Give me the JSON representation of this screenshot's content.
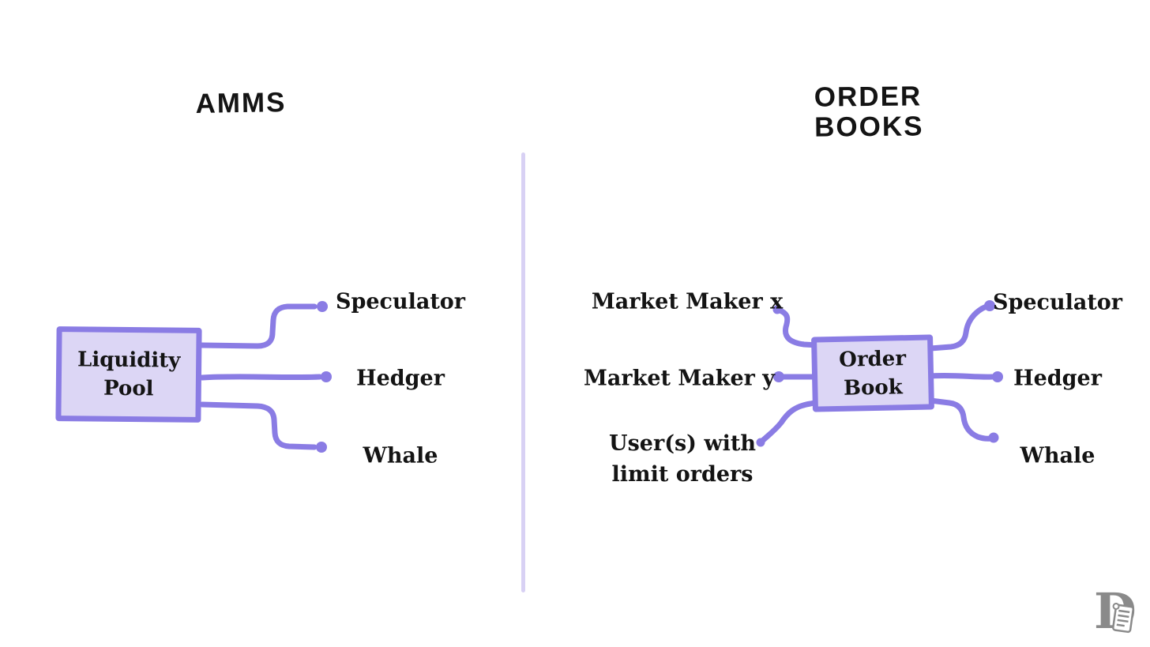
{
  "colors": {
    "purple": "#8a7ce4",
    "box_fill": "#dcd6f5",
    "divider": "#d8d1f4",
    "text": "#141414",
    "logo_gray": "#8a8a8a"
  },
  "left_panel": {
    "title": "AMMS",
    "node": {
      "line1": "Liquidity",
      "line2": "Pool"
    },
    "connections": [
      {
        "label": "Speculator"
      },
      {
        "label": "Hedger"
      },
      {
        "label": "Whale"
      }
    ]
  },
  "right_panel": {
    "title_line1": "ORDER",
    "title_line2": "BOOKS",
    "node": {
      "line1": "Order",
      "line2": "Book"
    },
    "inputs": [
      {
        "label": "Market Maker x"
      },
      {
        "label": "Market Maker y"
      },
      {
        "label_line1": "User(s) with",
        "label_line2": "limit orders"
      }
    ],
    "outputs": [
      {
        "label": "Speculator"
      },
      {
        "label": "Hedger"
      },
      {
        "label": "Whale"
      }
    ]
  }
}
